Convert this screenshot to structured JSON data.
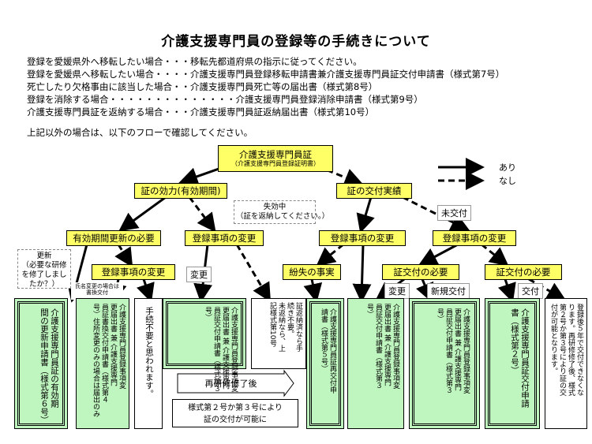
{
  "title": "介護支援専門員の登録等の手続きについて",
  "intro": [
    "登録を愛媛県外へ移転したい場合・・・移転先都道府県の指示に従ってください。",
    "登録を愛媛県へ移転したい場合・・・・介護支援専門員登録移転申請書兼介護支援専門員証交付申請書（様式第7号）",
    "死亡したり欠格事由に該当した場合・・介護支援専門員死亡等の届出書（様式第8号）",
    "登録を消除する場合・・・・・・・・・・・・・・介護支援専門員登録消除申請書（様式第9号）",
    "介護支援専門員証を返納する場合・・・介護支援専門員証返納届出書（様式第10号）"
  ],
  "flow_intro": "上記以外の場合は、以下のフローで確認してください。",
  "legend": {
    "yes": "あり",
    "no": "なし"
  },
  "flow": {
    "top_title": "介護支援専門員証",
    "top_sub": "（介護支援専門員登録証明書）",
    "validity": "証の効力(有効期間)",
    "issued": "証の交付実績",
    "renew_need": "有効期間更新の必要",
    "reg_change_1": "登録事項の変更",
    "reg_change_2": "登録事項の変更",
    "reg_change_3": "登録事項の変更",
    "reg_change_4": "登録事項の変更",
    "lost": "紛失の事実",
    "cert_need_1": "証交付の必要",
    "cert_need_2": "証交付の必要"
  },
  "notes": {
    "expired": "失効中\n（証を返納してください。）",
    "update": "更新\n（必要な研修を修了しましたか？）",
    "name_change": "氏名変更の場合は\n書換交付",
    "not_issued": "未交付",
    "change": "変更",
    "change2": "変更",
    "new_issue": "新規交付",
    "issue": "交付"
  },
  "results": {
    "r1": "介護支援専門員証の有効期\n間の更新申請書（様式第６号）",
    "r2": "介護支援専門員登録事項変\n更届出書 兼 介護支援専門\n員証書換交付申請書（様式第４\n号）住所変更のみの場合は届出のみ",
    "r3": "手続不要と思われます。",
    "r4": "介護支援専門員登録事項変\n更届出書 兼 介護支援専門\n員証交付申請書（様式第３\n号）",
    "r5": "証返納済なら手\n続き不要。\n未返納なら、上\n記様式第10号",
    "r6": "介護支援専門員証再交付申\n請書（様式第５号）",
    "r7": "介護支援専門員登録事項変\n更届出書 兼 介護支援専門\n員証交付申請書（様式第３\n号）",
    "r8": "介護支援専門員登録事項変\n更届出書 兼 介護支援専門\n員証交付申請書（様式第３\n号）",
    "r9": "介護支援専門員証交付申請\n書（様式第２号）",
    "r10": "登録後５年で交付できなくな\nります。再研修修了後、様式\n第２号か第３号により証の交\n付が可能となります。"
  },
  "retrain": {
    "header": "再研修修了後",
    "body": "様式第２号か第３号により\n証の交付が可能に"
  }
}
